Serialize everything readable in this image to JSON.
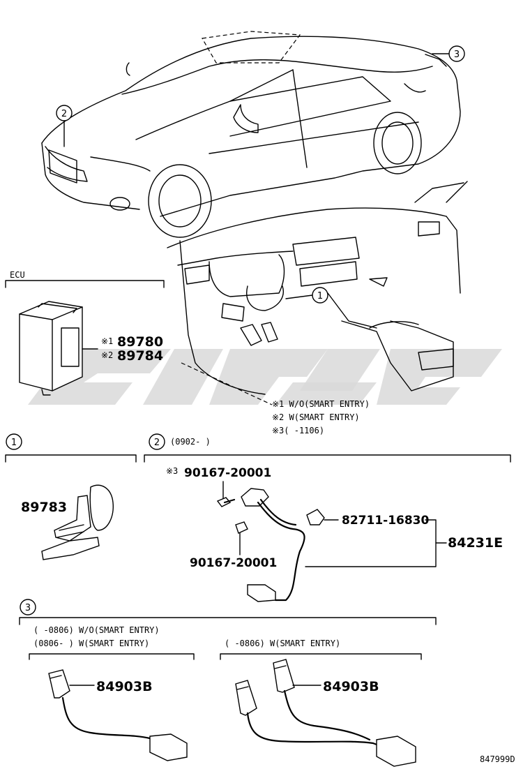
{
  "ecu": {
    "title": "ECU",
    "note1_mark": "※1",
    "part1": "89780",
    "note2_mark": "※2",
    "part2": "89784"
  },
  "callouts": {
    "c1": "1",
    "c2": "2",
    "c3": "3"
  },
  "legend": {
    "note1": "※1 W/O(SMART ENTRY)",
    "note2": "※2 W(SMART ENTRY)",
    "note3": "※3(     -1106)"
  },
  "section1": {
    "part": "89783"
  },
  "section2": {
    "range": "(0902-     )",
    "note3_mark": "※3",
    "screw_top": "90167-20001",
    "screw_bottom": "90167-20001",
    "clip": "82711-16830",
    "harness": "84231E"
  },
  "section3": {
    "line1": "(     -0806) W/O(SMART ENTRY)",
    "line2": "(0806-     ) W(SMART ENTRY)",
    "right_header": "(     -0806) W(SMART ENTRY)",
    "part_left": "84903B",
    "part_right": "84903B"
  },
  "diagram_code": "847999D"
}
